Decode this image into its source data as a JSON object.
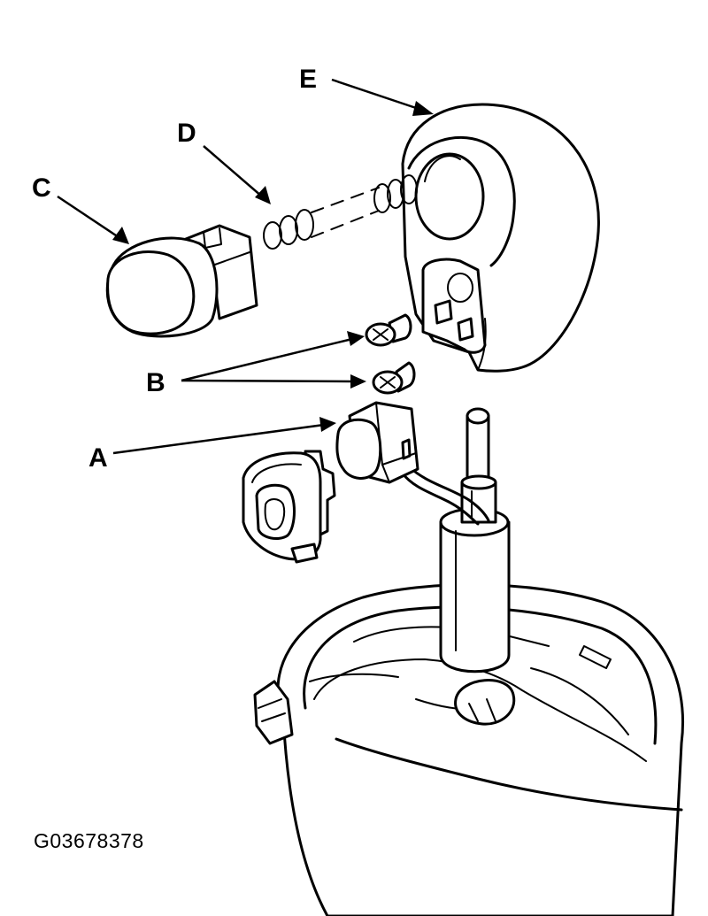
{
  "callouts": {
    "A": "A",
    "B": "B",
    "C": "C",
    "D": "D",
    "E": "E"
  },
  "figure_id": "G03678378",
  "parts": [
    {
      "label": "A",
      "icon": "switch-icon"
    },
    {
      "label": "B",
      "icon": "screw-icon"
    },
    {
      "label": "C",
      "icon": "push-button-icon"
    },
    {
      "label": "D",
      "icon": "spring-icon"
    },
    {
      "label": "E",
      "icon": "shift-knob-icon"
    }
  ]
}
